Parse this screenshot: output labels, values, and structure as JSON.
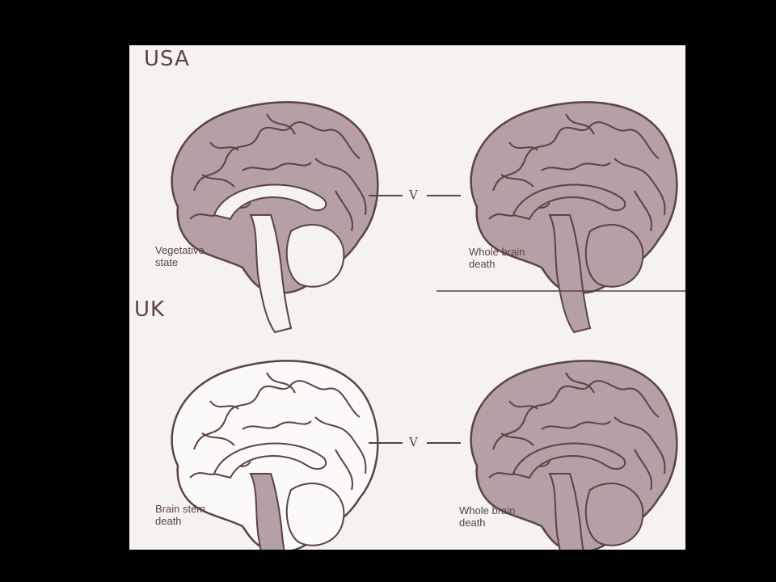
{
  "sections": [
    {
      "title": "USA",
      "left": {
        "label": "Vegetative\nstate",
        "style": "shaded-cortex"
      },
      "connector": "V",
      "right": {
        "label": "Whole brain\ndeath",
        "style": "shaded-all"
      }
    },
    {
      "title": "UK",
      "left": {
        "label": "Brain stem\ndeath",
        "style": "shaded-stem"
      },
      "connector": "V",
      "right": {
        "label": "Whole brain\ndeath",
        "style": "shaded-all"
      }
    }
  ],
  "colors": {
    "ink": "#5a4246",
    "shade": "#b5a0a5",
    "paper": "#f6f3ef",
    "background": "#000000"
  }
}
